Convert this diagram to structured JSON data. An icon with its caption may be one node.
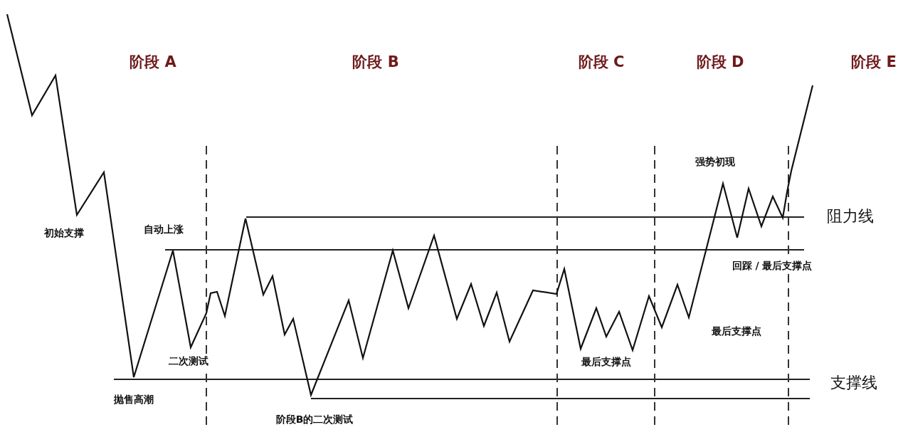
{
  "diagram": {
    "labels": [
      "阶段 A",
      "阶段 B",
      "阶段 C",
      "阶段 D",
      "阶段 E",
      "强势初现",
      "阻力线",
      "初始支撑",
      "自动上涨",
      "回踩 / 最后支撑点",
      "最后支撑点",
      "二次测试",
      "最后支撑点",
      "支撑线",
      "抛售高潮",
      "阶段B的二次测试"
    ]
  }
}
